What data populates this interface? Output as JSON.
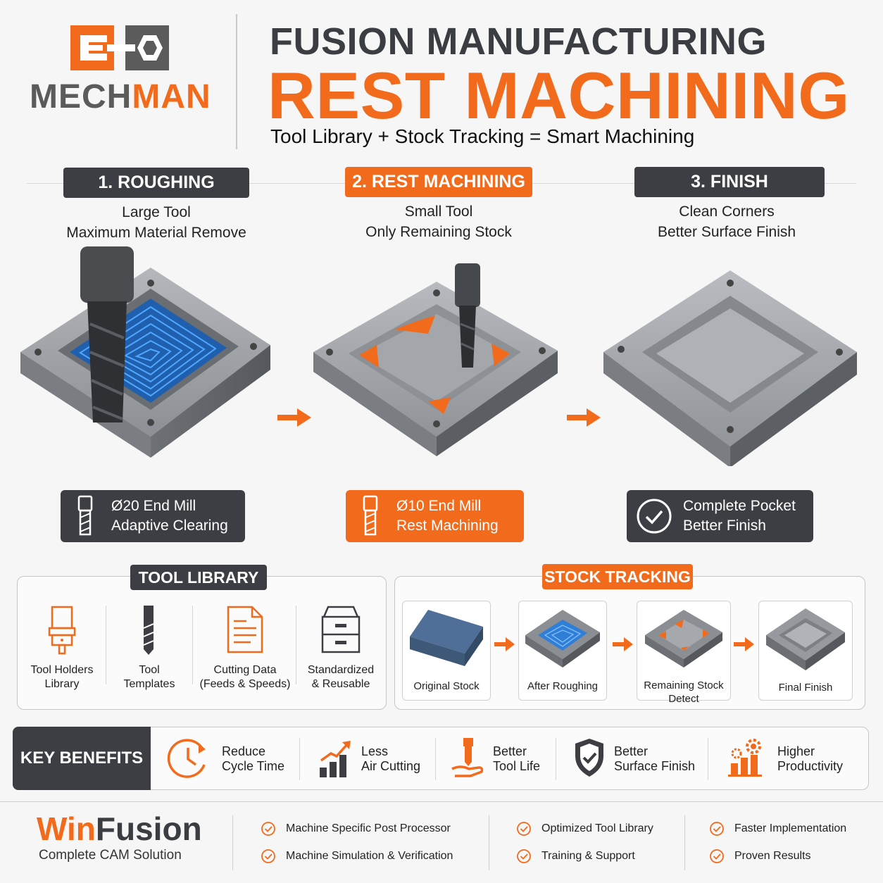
{
  "logo": {
    "brand_part1": "MECH",
    "brand_part2": "MAN",
    "icon": "mechman-logo-icon"
  },
  "header": {
    "title_line1": "FUSION MANUFACTURING",
    "title_line2": "REST MACHINING",
    "subtitle": "Tool Library + Stock Tracking = Smart Machining"
  },
  "steps": [
    {
      "badge": "1. ROUGHING",
      "line1": "Large Tool",
      "line2": "Maximum Material Remove",
      "tool_line1": "Ø20 End Mill",
      "tool_line2": "Adaptive Clearing",
      "icon": "end-mill-icon"
    },
    {
      "badge": "2. REST MACHINING",
      "line1": "Small Tool",
      "line2": "Only Remaining Stock",
      "tool_line1": "Ø10 End Mill",
      "tool_line2": "Rest Machining",
      "icon": "end-mill-icon"
    },
    {
      "badge": "3. FINISH",
      "line1": "Clean Corners",
      "line2": "Better Surface Finish",
      "tool_line1": "Complete Pocket",
      "tool_line2": "Better Finish",
      "icon": "check-circle-icon"
    }
  ],
  "tool_library": {
    "title": "TOOL LIBRARY",
    "items": [
      {
        "line1": "Tool Holders",
        "line2": "Library",
        "icon": "tool-holder-icon"
      },
      {
        "line1": "Tool",
        "line2": "Templates",
        "icon": "drill-bit-icon"
      },
      {
        "line1": "Cutting Data",
        "line2": "(Feeds & Speeds)",
        "icon": "document-icon"
      },
      {
        "line1": "Standardized",
        "line2": "& Reusable",
        "icon": "cabinet-icon"
      }
    ]
  },
  "stock_tracking": {
    "title": "STOCK TRACKING",
    "items": [
      {
        "line1": "Original Stock",
        "line2": ""
      },
      {
        "line1": "After Roughing",
        "line2": ""
      },
      {
        "line1": "Remaining Stock",
        "line2": "Detect"
      },
      {
        "line1": "Final Finish",
        "line2": ""
      }
    ]
  },
  "benefits": {
    "title": "KEY BENEFITS",
    "items": [
      {
        "line1": "Reduce",
        "line2": "Cycle Time",
        "icon": "clock-icon"
      },
      {
        "line1": "Less",
        "line2": "Air Cutting",
        "icon": "growth-chart-icon"
      },
      {
        "line1": "Better",
        "line2": "Tool Life",
        "icon": "tool-hand-icon"
      },
      {
        "line1": "Better",
        "line2": "Surface Finish",
        "icon": "shield-check-icon"
      },
      {
        "line1": "Higher",
        "line2": "Productivity",
        "icon": "gear-chart-icon"
      }
    ]
  },
  "footer": {
    "brand_part1": "Win",
    "brand_part2": "Fusion",
    "tagline": "Complete CAM Solution",
    "features": [
      "Machine Specific Post Processor",
      "Machine Simulation & Verification",
      "Optimized Tool Library",
      "Training & Support",
      "Faster Implementation",
      "Proven Results"
    ]
  },
  "colors": {
    "accent": "#f26a1b",
    "dark": "#3c3e43",
    "toolpath": "#2f7fd8",
    "metal": "#8c8f93"
  }
}
